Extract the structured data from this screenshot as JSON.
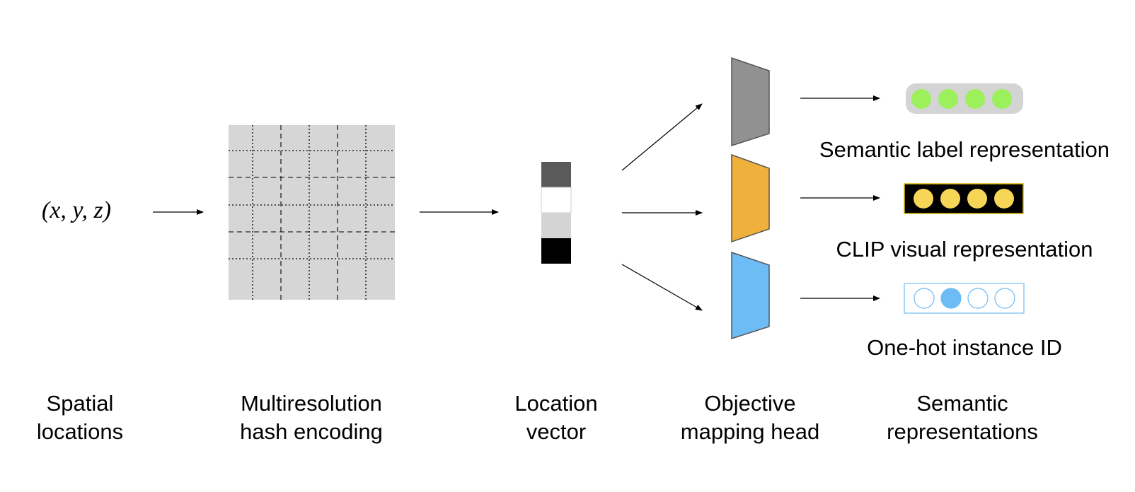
{
  "input": {
    "coords": "(x, y, z)"
  },
  "results": {
    "semantic_label": "Semantic label representation",
    "clip_visual": "CLIP visual representation",
    "one_hot": "One-hot instance ID"
  },
  "stages": {
    "spatial": [
      "Spatial",
      "locations"
    ],
    "hash": [
      "Multiresolution",
      "hash encoding"
    ],
    "location_vector": [
      "Location",
      "vector"
    ],
    "mapping_head": [
      "Objective",
      "mapping head"
    ],
    "semantic": [
      "Semantic",
      "representations"
    ]
  },
  "colors": {
    "grid_bg": "#d6d6d6",
    "vector_cells": [
      "#5a5a5a",
      "#ffffff",
      "#d4d4d4",
      "#000000"
    ],
    "head_gray": "#919191",
    "head_orange": "#f0b13c",
    "head_blue": "#6ebcf6",
    "label_pill": "#d4d4d4",
    "label_dot": "#9cf05b",
    "clip_box": "#000000",
    "clip_border": "#d9b600",
    "clip_dot": "#f7d556",
    "onehot_border": "#6ebcf6",
    "onehot_dot": "#6ebcf6"
  },
  "onehot_active_index": 1
}
